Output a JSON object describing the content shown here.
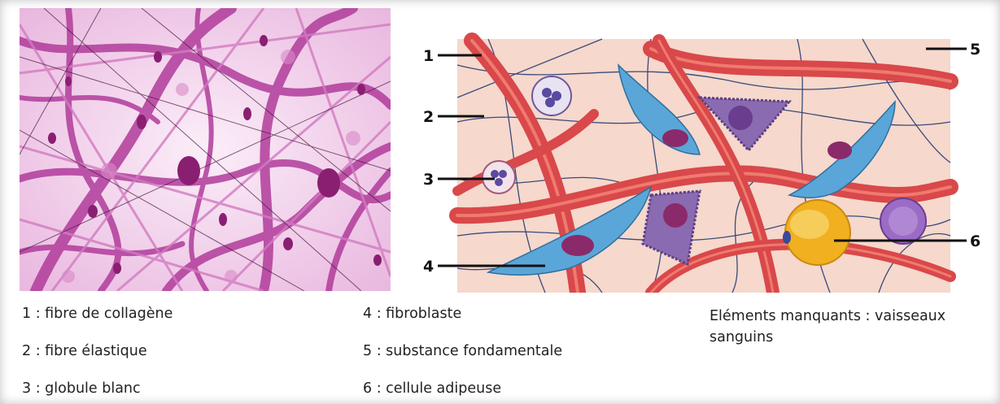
{
  "callouts": {
    "c1": "1",
    "c2": "2",
    "c3": "3",
    "c4": "4",
    "c5": "5",
    "c6": "6"
  },
  "legend": {
    "item1": "1 : fibre de collagène",
    "item2": "2 : fibre élastique",
    "item3": "3 : globule blanc",
    "item4": "4 : fibroblaste",
    "item5": "5 : substance fondamentale",
    "item6": "6 : cellule adipeuse",
    "missing_line1": "Eléments manquants : vaisseaux",
    "missing_line2": "sanguins"
  },
  "colors": {
    "stain_purple": "#b0409a",
    "stain_light": "#f3d6ee",
    "ground_substance": "#f6d8cc",
    "collagen_red": "#e0524f",
    "elastic_fiber": "#3a4a7a",
    "fibroblast_blue": "#5aa6d8",
    "nucleus": "#8b2a6a",
    "adipocyte_yellow": "#f0b020",
    "granule_purple": "#8a6ab0"
  }
}
